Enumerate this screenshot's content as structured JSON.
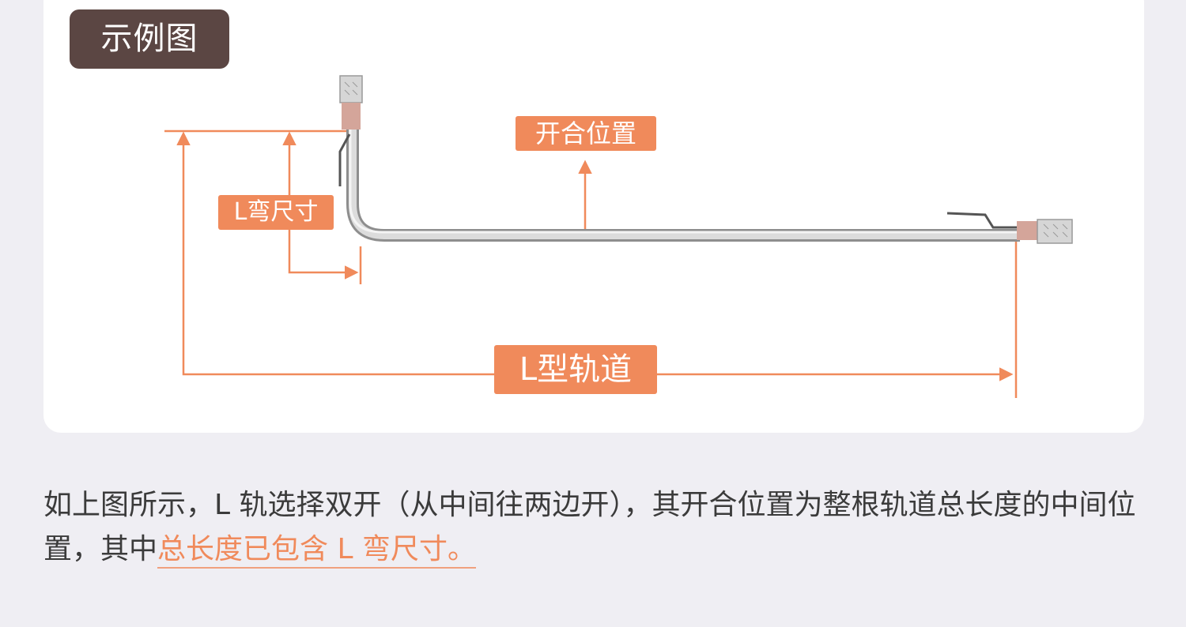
{
  "header": {
    "title": "示例图"
  },
  "diagram": {
    "label_open_position": "开合位置",
    "label_l_bend": "L弯尺寸",
    "label_l_track": "L型轨道",
    "accent_color": "#f08a5b",
    "badge_color": "#5b4643"
  },
  "description": {
    "text_main": "如上图所示，L 轨选择双开（从中间往两边开），其开合位置为整根轨道总长度的中间位置，其中",
    "text_highlight": "总长度已包含 L 弯尺寸。"
  }
}
